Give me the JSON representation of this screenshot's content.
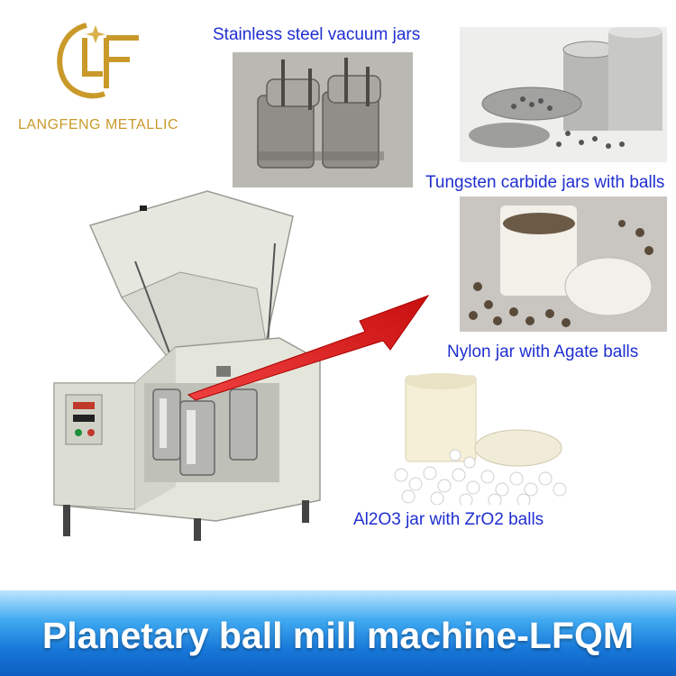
{
  "brand": {
    "name": "LANGFENG METALLIC",
    "logo_icon": "lf-monogram-icon",
    "color": "#c99a2a"
  },
  "captions": {
    "stainless": "Stainless steel vacuum jars",
    "tungsten": "Tungsten carbide jars with balls",
    "nylon": "Nylon jar with Agate balls",
    "alumina": "Al2O3 jar with ZrO2 balls"
  },
  "banner": {
    "title": "Planetary ball mill machine-LFQM"
  },
  "colors": {
    "caption": "#1f2fd0",
    "arrow": "#e41b1b",
    "banner": "#1777d8",
    "machine": "#e4e6dc"
  },
  "icons": {
    "arrow": "red-arrow-icon"
  }
}
